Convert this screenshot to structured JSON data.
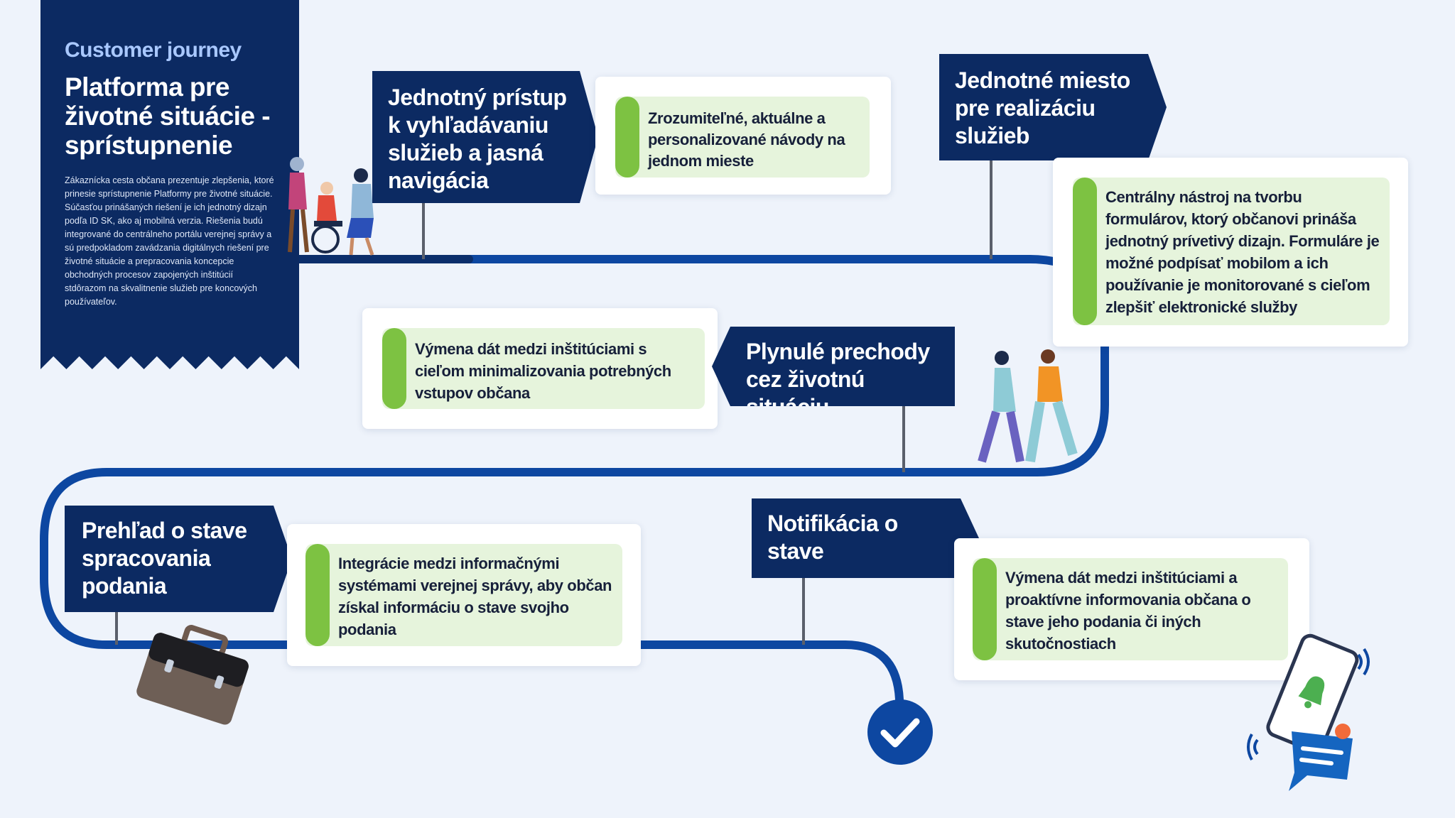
{
  "header": {
    "eyebrow": "Customer journey",
    "title": "Platforma pre životné situácie - sprístupnenie",
    "description": "Zákaznícka cesta občana prezentuje zlepšenia, ktoré prinesie sprístupnenie  Platformy pre životné situácie. Súčasťou prinášaných riešení je ich jednotný dizajn podľa ID SK, ako aj mobilná verzia. Riešenia budú integrované do centrálneho portálu verejnej správy a sú predpokladom zavádzania digitálnych riešení pre životné situácie a prepracovania koncepcie obchodných procesov zapojených inštitúcií stdôrazom na skvalitnenie služieb pre koncových používateľov."
  },
  "steps": [
    {
      "title": "Jednotný prístup k vyhľadávaniu služieb a jasná navigácia",
      "detail": "Zrozumiteľné, aktuálne a personalizované návody na jednom mieste"
    },
    {
      "title": "Jednotné miesto pre realizáciu služieb",
      "detail": "Centrálny nástroj na tvorbu formulárov, ktorý občanovi prináša jednotný prívetivý dizajn. Formuláre je možné podpísať mobilom a ich používanie je monitorované s cieľom zlepšiť elektronické služby"
    },
    {
      "title": "Plynulé prechody cez životnú situáciu",
      "detail": "Výmena dát medzi inštitúciami s cieľom minimalizovania potrebných vstupov občana"
    },
    {
      "title": "Prehľad o stave spracovania podania",
      "detail": "Integrácie medzi informačnými systémami verejnej správy, aby občan získal informáciu o stave svojho podania"
    },
    {
      "title": "Notifikácia o stave",
      "detail": "Výmena dát medzi inštitúciami a proaktívne informovania občana o stave jeho podania či iných skutočnostiach"
    }
  ],
  "colors": {
    "navy": "#0c2a62",
    "track": "#0d47a1",
    "green_bar": "#7dc242",
    "green_fill": "#e6f4dc",
    "background": "#eef3fb"
  },
  "icons": [
    "people-wheelchair-illustration",
    "walking-people-illustration",
    "briefcase-icon",
    "checkmark-icon",
    "phone-bell-icon",
    "chat-bubble-icon"
  ]
}
